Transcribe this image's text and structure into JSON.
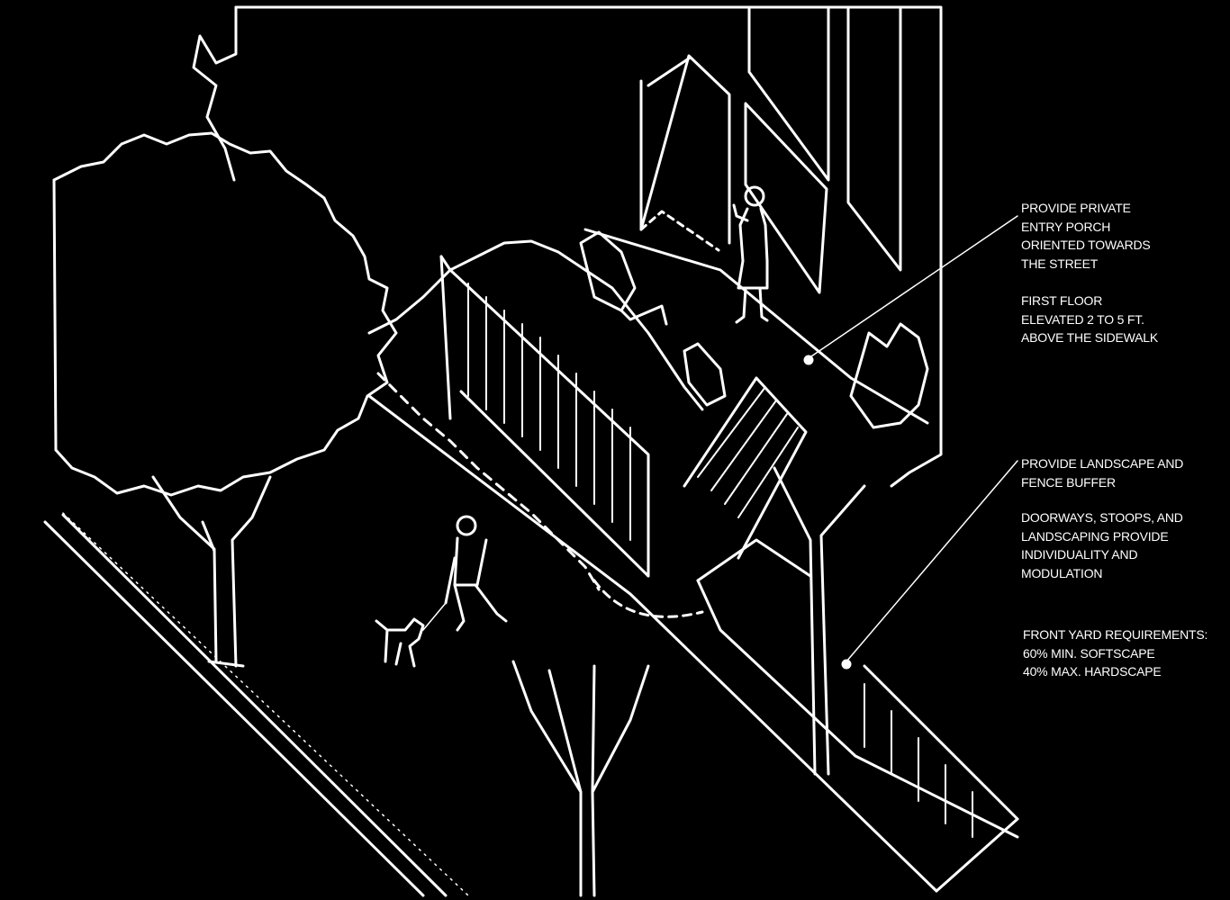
{
  "colors": {
    "background": "#000000",
    "ink": "#ffffff"
  },
  "annotations": {
    "porch": {
      "lines": [
        "PROVIDE PRIVATE",
        "ENTRY PORCH",
        "ORIENTED TOWARDS",
        "THE STREET"
      ]
    },
    "first_floor": {
      "lines": [
        "FIRST FLOOR",
        "ELEVATED 2 TO 5 FT.",
        "ABOVE THE SIDEWALK"
      ]
    },
    "buffer": {
      "lines": [
        "PROVIDE LANDSCAPE AND",
        "FENCE BUFFER"
      ]
    },
    "doorways": {
      "lines": [
        "DOORWAYS, STOOPS, AND",
        "LANDSCAPING PROVIDE",
        "INDIVIDUALITY AND",
        "MODULATION"
      ]
    },
    "front_yard": {
      "lines": [
        "FRONT YARD REQUIREMENTS:",
        "60% MIN. SOFTSCAPE",
        "40% MAX. HARDSCAPE"
      ]
    }
  },
  "illustration": {
    "figures": [
      "person-on-porch",
      "person-walking-dog",
      "dog"
    ],
    "elements": [
      "street-tree",
      "picket-fence",
      "porch-chairs",
      "stoop-stairs",
      "building-facade",
      "sidewalk",
      "curb"
    ]
  }
}
